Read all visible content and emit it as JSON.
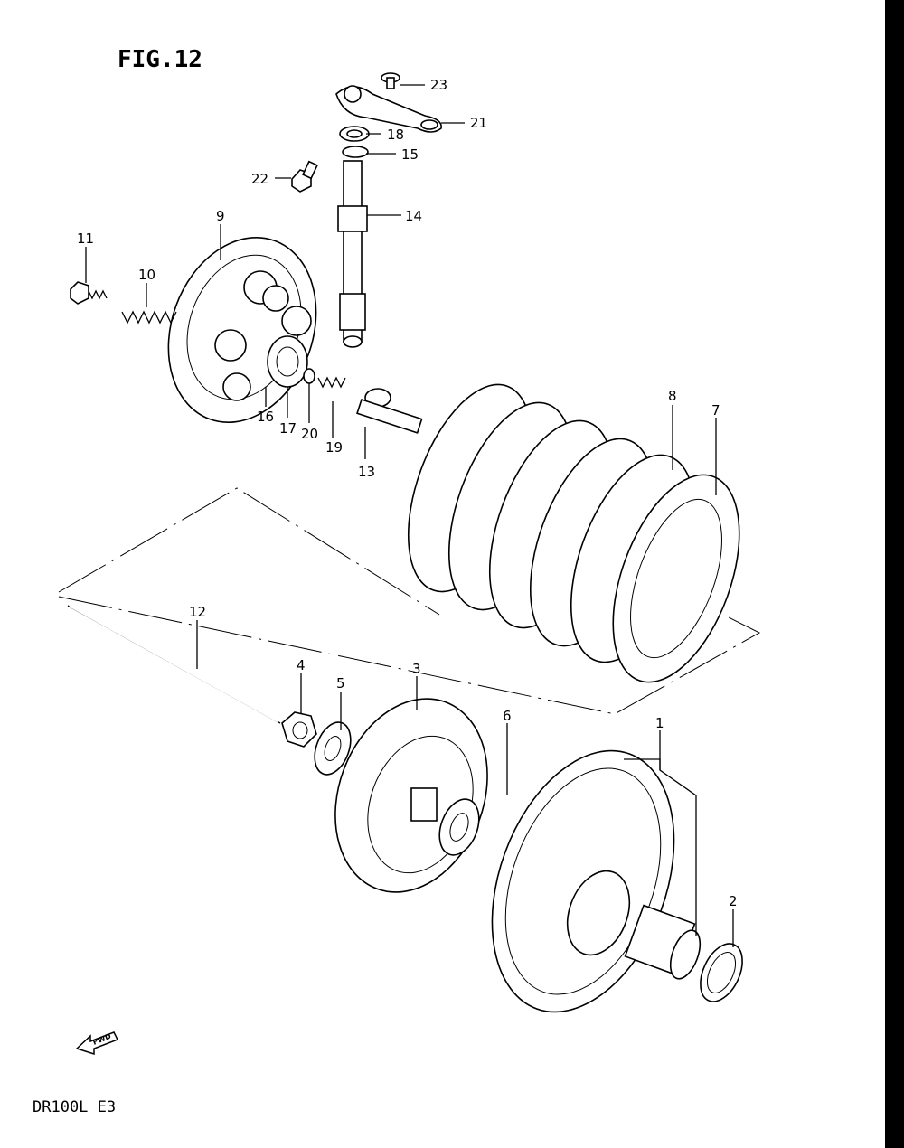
{
  "figure_title": "FIG.12",
  "model_label": "DR100L E3",
  "fwd_label": "FWD",
  "callouts": [
    {
      "id": "1",
      "label": "1"
    },
    {
      "id": "2",
      "label": "2"
    },
    {
      "id": "3",
      "label": "3"
    },
    {
      "id": "4",
      "label": "4"
    },
    {
      "id": "5",
      "label": "5"
    },
    {
      "id": "6",
      "label": "6"
    },
    {
      "id": "7",
      "label": "7"
    },
    {
      "id": "8",
      "label": "8"
    },
    {
      "id": "9",
      "label": "9"
    },
    {
      "id": "10",
      "label": "10"
    },
    {
      "id": "11",
      "label": "11"
    },
    {
      "id": "12",
      "label": "12"
    },
    {
      "id": "13",
      "label": "13"
    },
    {
      "id": "14",
      "label": "14"
    },
    {
      "id": "15",
      "label": "15"
    },
    {
      "id": "16",
      "label": "16"
    },
    {
      "id": "17",
      "label": "17"
    },
    {
      "id": "18",
      "label": "18"
    },
    {
      "id": "19",
      "label": "19"
    },
    {
      "id": "20",
      "label": "20"
    },
    {
      "id": "21",
      "label": "21"
    },
    {
      "id": "22",
      "label": "22"
    },
    {
      "id": "23",
      "label": "23"
    }
  ]
}
